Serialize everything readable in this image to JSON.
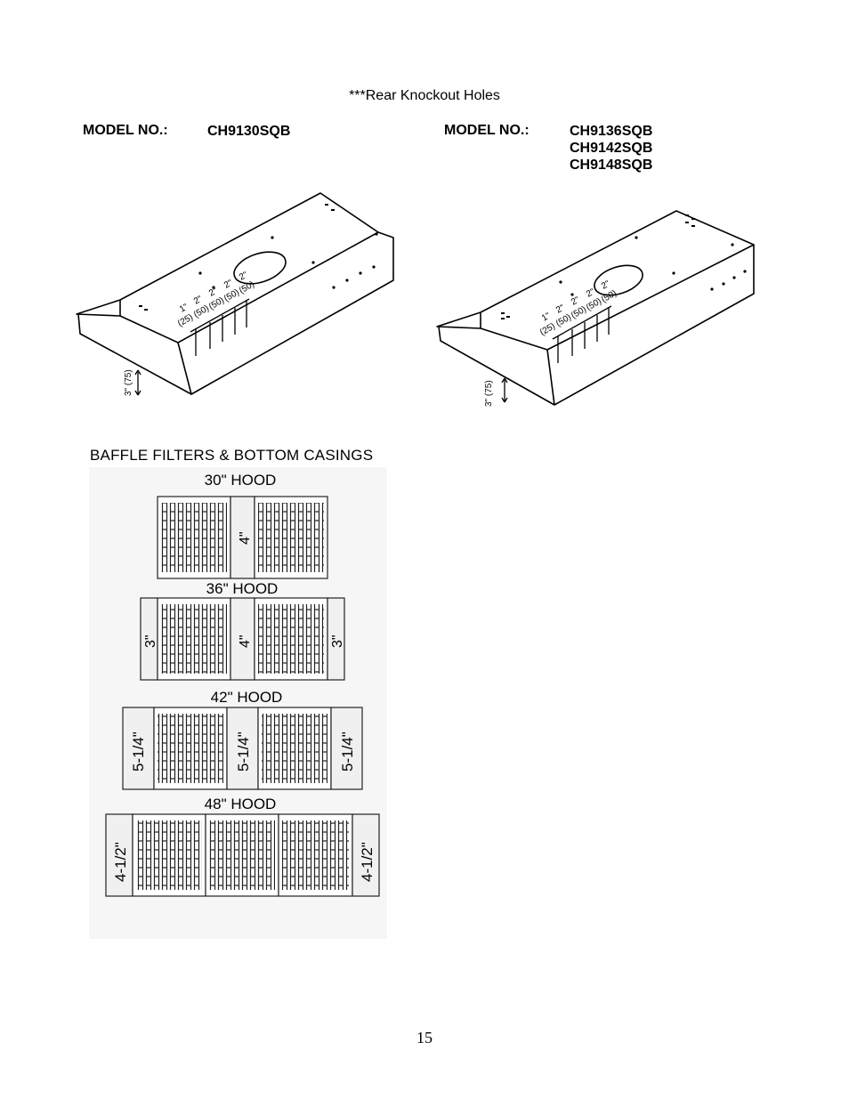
{
  "caption": "***Rear Knockout Holes",
  "left_model": {
    "label": "MODEL NO.:",
    "models": [
      "CH9130SQB"
    ]
  },
  "right_model": {
    "label": "MODEL NO.:",
    "models": [
      "CH9136SQB",
      "CH9142SQB",
      "CH9148SQB"
    ]
  },
  "hood_diagram": {
    "spacing_labels": [
      "1\"",
      "2\"",
      "2\"",
      "2\"",
      "2\""
    ],
    "metric_labels": [
      "(25)",
      "(50)",
      "(50)",
      "(50)",
      "(50)"
    ],
    "height_label": "3\" (75)"
  },
  "baffle_section": {
    "title": "BAFFLE FILTERS & BOTTOM CASINGS",
    "hoods": [
      {
        "title": "30\" HOOD",
        "casings": [
          "4\""
        ]
      },
      {
        "title": "36\" HOOD",
        "casings": [
          "3\"",
          "4\"",
          "3\""
        ]
      },
      {
        "title": "42\" HOOD",
        "casings": [
          "5-1/4\"",
          "5-1/4\"",
          "5-1/4\""
        ]
      },
      {
        "title": "48\" HOOD",
        "casings": [
          "4-1/2\"",
          "4-1/2\""
        ]
      }
    ]
  },
  "page_number": "15"
}
